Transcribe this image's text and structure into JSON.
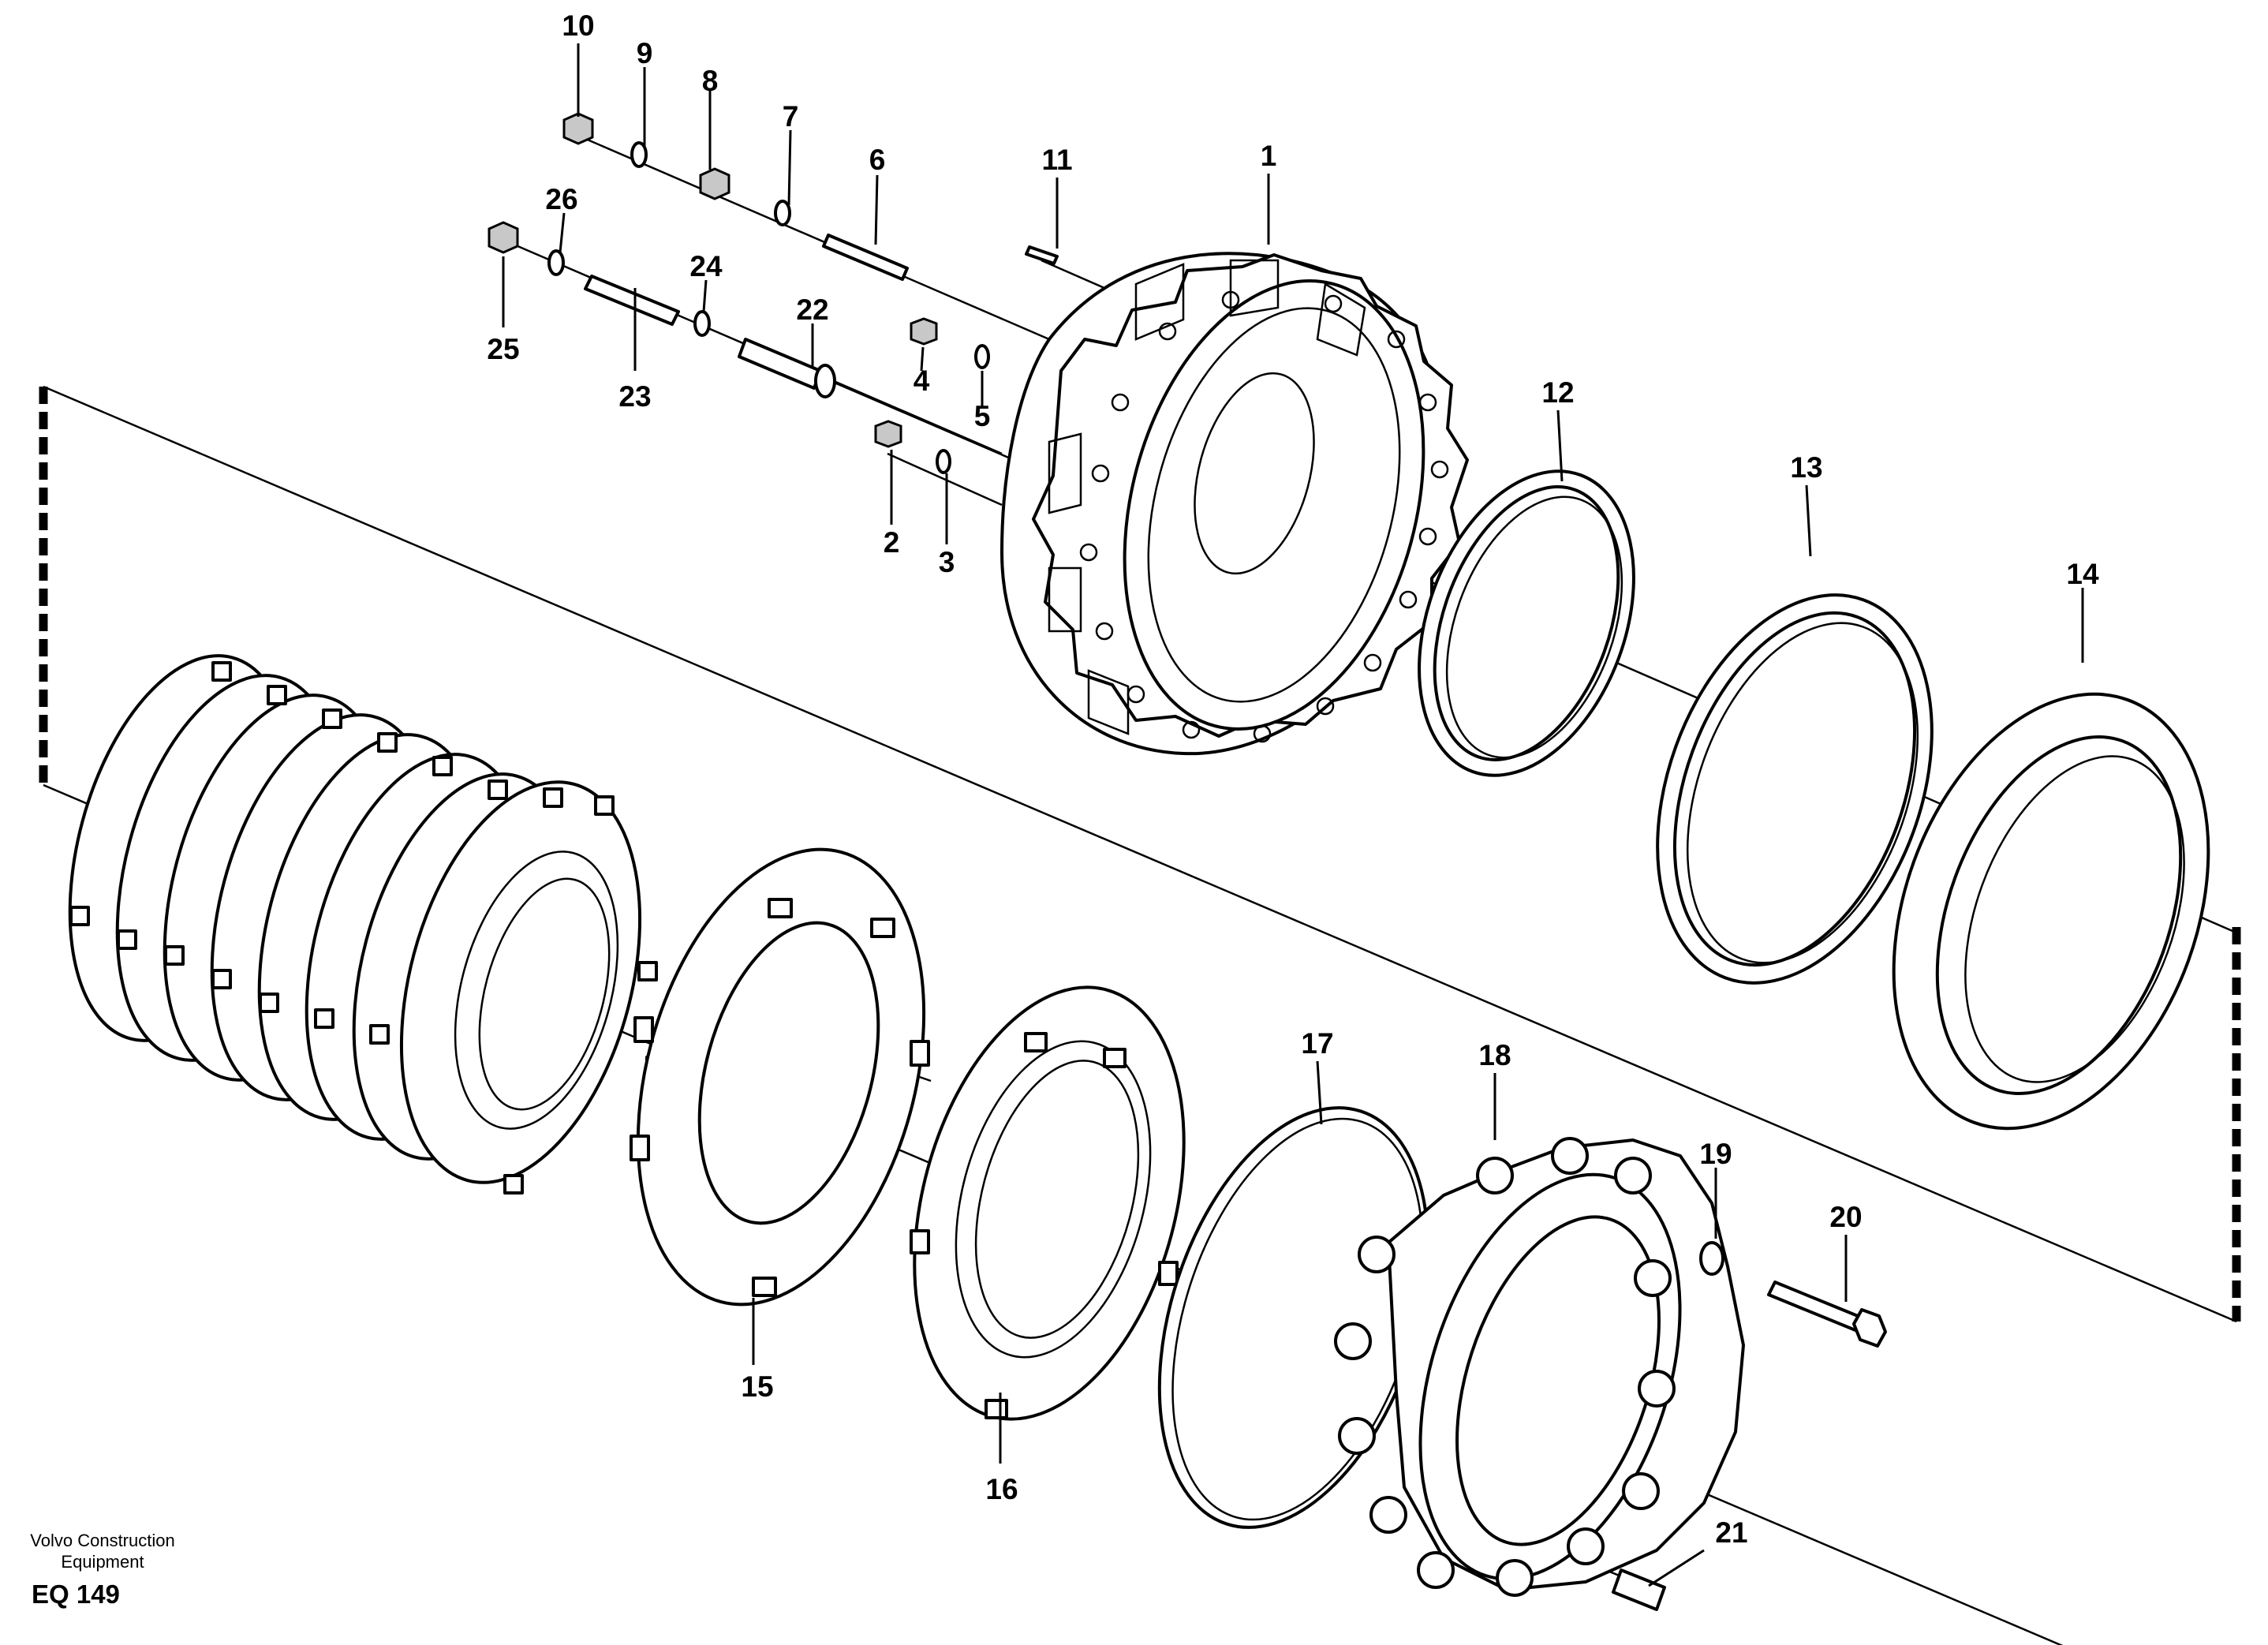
{
  "figure": {
    "brand_line1": "Volvo Construction",
    "brand_line2": "Equipment",
    "figure_code": "EQ 149"
  },
  "callouts": [
    {
      "id": "c1",
      "label": "1"
    },
    {
      "id": "c2",
      "label": "2"
    },
    {
      "id": "c3",
      "label": "3"
    },
    {
      "id": "c4",
      "label": "4"
    },
    {
      "id": "c5",
      "label": "5"
    },
    {
      "id": "c6",
      "label": "6"
    },
    {
      "id": "c7",
      "label": "7"
    },
    {
      "id": "c8",
      "label": "8"
    },
    {
      "id": "c9",
      "label": "9"
    },
    {
      "id": "c10",
      "label": "10"
    },
    {
      "id": "c11",
      "label": "11"
    },
    {
      "id": "c12",
      "label": "12"
    },
    {
      "id": "c13",
      "label": "13"
    },
    {
      "id": "c14",
      "label": "14"
    },
    {
      "id": "c15",
      "label": "15"
    },
    {
      "id": "c16",
      "label": "16"
    },
    {
      "id": "c17",
      "label": "17"
    },
    {
      "id": "c18",
      "label": "18"
    },
    {
      "id": "c19",
      "label": "19"
    },
    {
      "id": "c20",
      "label": "20"
    },
    {
      "id": "c21",
      "label": "21"
    },
    {
      "id": "c22",
      "label": "22"
    },
    {
      "id": "c23",
      "label": "23"
    },
    {
      "id": "c24",
      "label": "24"
    },
    {
      "id": "c25",
      "label": "25"
    },
    {
      "id": "c26",
      "label": "26"
    }
  ]
}
